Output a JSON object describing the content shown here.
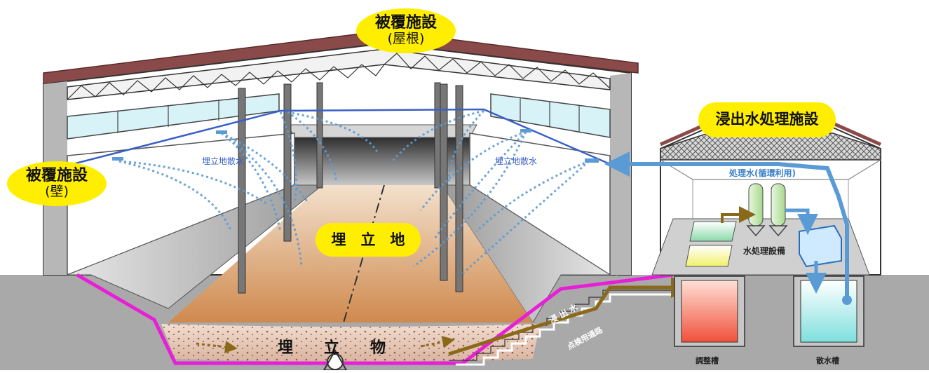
{
  "labels": {
    "roof_cover": {
      "title": "被覆施設",
      "sub": "(屋根)"
    },
    "wall_cover": {
      "title": "被覆施設",
      "sub": "(壁)"
    },
    "leachate_facility": "浸出水処理施設",
    "landfill_site": "埋　立　地",
    "landfill_material": "埋　　立　　物",
    "sprinkle_left": "埋立地散水",
    "sprinkle_right": "埋立地散水",
    "treated_water": "処理水(循環利用)",
    "water_equipment": "水処理設備",
    "adjust_tank": "調整槽",
    "sprinkle_tank": "散水槽",
    "leachate_flow": "浸出水",
    "inspection_passage": "点検用通路"
  },
  "colors": {
    "roof": "#8b4a4a",
    "bubble": "#ffee00",
    "pipe_blue": "#5b9bd5",
    "leachate_brown": "#8a6a1a",
    "liner_magenta": "#e81ed8",
    "ground": "#a9a9a9",
    "sand": "#d9a070"
  }
}
